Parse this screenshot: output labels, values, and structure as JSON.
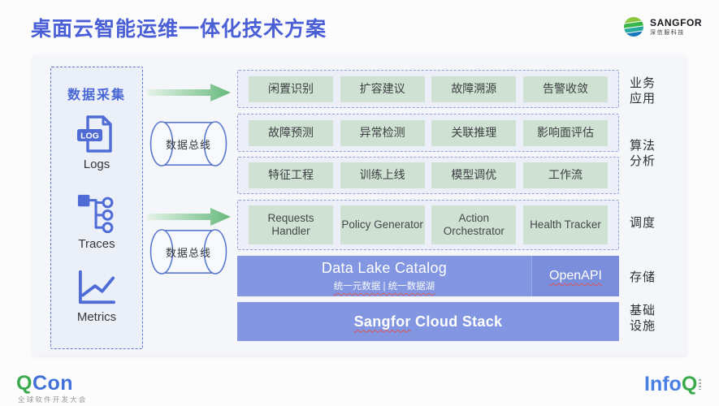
{
  "header": {
    "title": "桌面云智能运维一体化技术方案"
  },
  "sangfor_logo": {
    "name": "SANGFOR",
    "subtitle": "深信服科技"
  },
  "panel": {
    "collect": {
      "title": "数据采集",
      "log_badge": "LOG",
      "sources": [
        {
          "label": "Logs"
        },
        {
          "label": "Traces"
        },
        {
          "label": "Metrics"
        }
      ]
    },
    "buses": [
      {
        "label": "数据总线"
      },
      {
        "label": "数据总线"
      }
    ],
    "rows": [
      {
        "boxes": [
          "闲置识别",
          "扩容建议",
          "故障溯源",
          "告警收敛"
        ]
      },
      {
        "boxes": [
          "故障预测",
          "异常检测",
          "关联推理",
          "影响面评估"
        ]
      },
      {
        "boxes": [
          "特征工程",
          "训练上线",
          "模型调优",
          "工作流"
        ]
      },
      {
        "boxes": [
          "Requests Handler",
          "Policy Generator",
          "Action Orchestrator",
          "Health Tracker"
        ]
      }
    ],
    "storage_row": {
      "title": "Data Lake Catalog",
      "subtitle": "统一元数据 | 统一数据湖",
      "openapi": "OpenAPI"
    },
    "infra_row": {
      "title_prefix": "Sangfor",
      "title_rest": " Cloud Stack"
    },
    "side_labels": [
      {
        "l1": "业务",
        "l2": "应用"
      },
      {
        "l1": "算法",
        "l2": "分析"
      },
      {
        "l1": "调度",
        "l2": ""
      },
      {
        "l1": "存储",
        "l2": ""
      },
      {
        "l1": "基础",
        "l2": "设施"
      }
    ]
  },
  "footer": {
    "qcon": {
      "part1": "Q",
      "part2": "Con",
      "subtitle": "全球软件开发大会"
    },
    "infoq": {
      "part1": "Info",
      "part2": "Q"
    }
  },
  "colors": {
    "accent_blue": "#4a5fd6",
    "icon_blue": "#4f6cd6",
    "box_green": "#cfe1d2",
    "row_blue": "#8296e1",
    "arrow_green": "#67b97c"
  }
}
